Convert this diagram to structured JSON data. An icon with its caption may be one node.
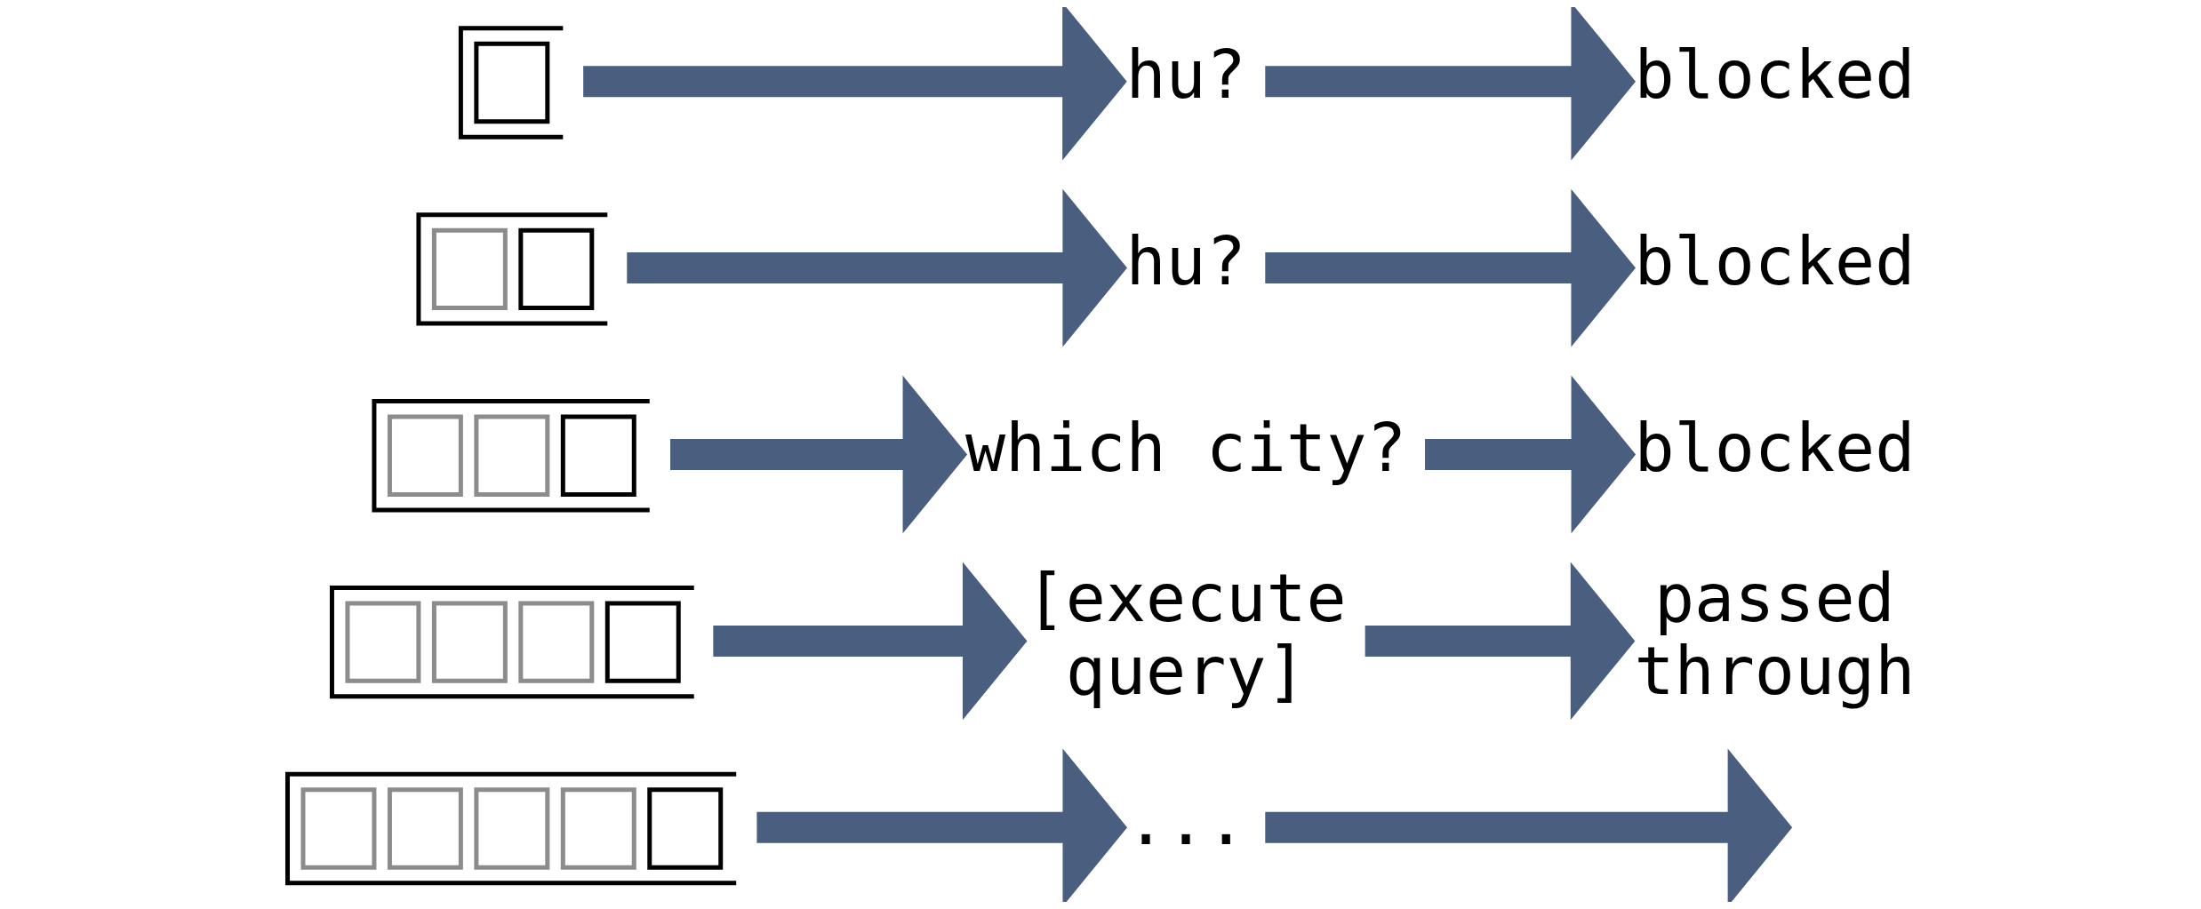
{
  "diagram": {
    "nodes": [
      {
        "text": [],
        "shape": "box"
      },
      {
        "text": [
          "hu?"
        ]
      },
      {
        "text": [
          "blocked"
        ]
      },
      {
        "text": [],
        "shape": "box"
      },
      {
        "text": [
          "hu?"
        ]
      },
      {
        "text": [
          "blocked"
        ]
      },
      {
        "text": [],
        "shape": "box"
      },
      {
        "text": [
          "which city?"
        ]
      },
      {
        "text": [
          "blocked"
        ]
      },
      {
        "text": [],
        "shape": "box"
      },
      {
        "text": [
          "[execute query]"
        ]
      },
      {
        "text": [
          "passed through"
        ]
      },
      {
        "text": [],
        "shape": "box"
      },
      {
        "text": [
          "..."
        ]
      }
    ],
    "edges": [
      {
        "from": 0,
        "to": 1,
        "arrow": "to"
      },
      {
        "from": 1,
        "to": 2,
        "arrow": "to"
      },
      {
        "from": 3,
        "to": 4,
        "arrow": "to"
      },
      {
        "from": 4,
        "to": 5,
        "arrow": "to"
      },
      {
        "from": 6,
        "to": 7,
        "arrow": "to"
      },
      {
        "from": 7,
        "to": 8,
        "arrow": "to"
      },
      {
        "from": 9,
        "to": 10,
        "arrow": "to"
      },
      {
        "from": 10,
        "to": 11,
        "arrow": "to"
      },
      {
        "from": 12,
        "to": 13,
        "arrow": "to"
      },
      {
        "from": 13,
        "to": null,
        "arrow": "to"
      }
    ]
  }
}
